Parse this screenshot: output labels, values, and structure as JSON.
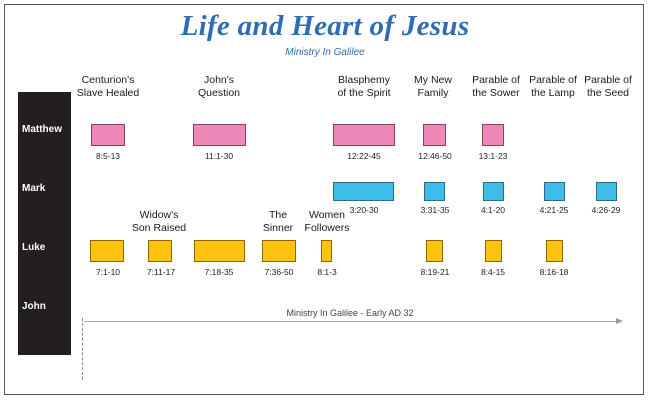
{
  "title": "Life and Heart of Jesus",
  "subtitle": "Ministry In Galilee",
  "rows": [
    "Matthew",
    "Mark",
    "Luke",
    "John"
  ],
  "headings": {
    "centurion": [
      "Centurion's",
      "Slave Healed"
    ],
    "johns_question": [
      "John's",
      "Question"
    ],
    "blasphemy": [
      "Blasphemy",
      "of the Spirit"
    ],
    "new_family": [
      "My New",
      "Family"
    ],
    "sower": [
      "Parable of",
      "the Sower"
    ],
    "lamp": [
      "Parable of",
      "the Lamp"
    ],
    "seed": [
      "Parable of",
      "the Seed"
    ],
    "widows_son": [
      "Widow's",
      "Son Raised"
    ],
    "sinner": [
      "The",
      "Sinner"
    ],
    "women": [
      "Women",
      "Followers"
    ]
  },
  "matthew_refs": [
    "8:5-13",
    "11:1-30",
    "12:22-45",
    "12:46-50",
    "13:1-23"
  ],
  "mark_refs": [
    "3:20-30",
    "3:31-35",
    "4:1-20",
    "4:21-25",
    "4:26-29"
  ],
  "luke_refs": [
    "7:1-10",
    "7:11-17",
    "7:18-35",
    "7:36-50",
    "8:1-3",
    "8:19-21",
    "8:4-15",
    "8:16-18"
  ],
  "timeline_label": "Ministry In Galilee - Early AD 32",
  "colors": {
    "matthew": "#ee86b8",
    "mark": "#3fbdea",
    "luke": "#fbc20e",
    "sidebar": "#231f20",
    "title": "#2e6db4"
  }
}
